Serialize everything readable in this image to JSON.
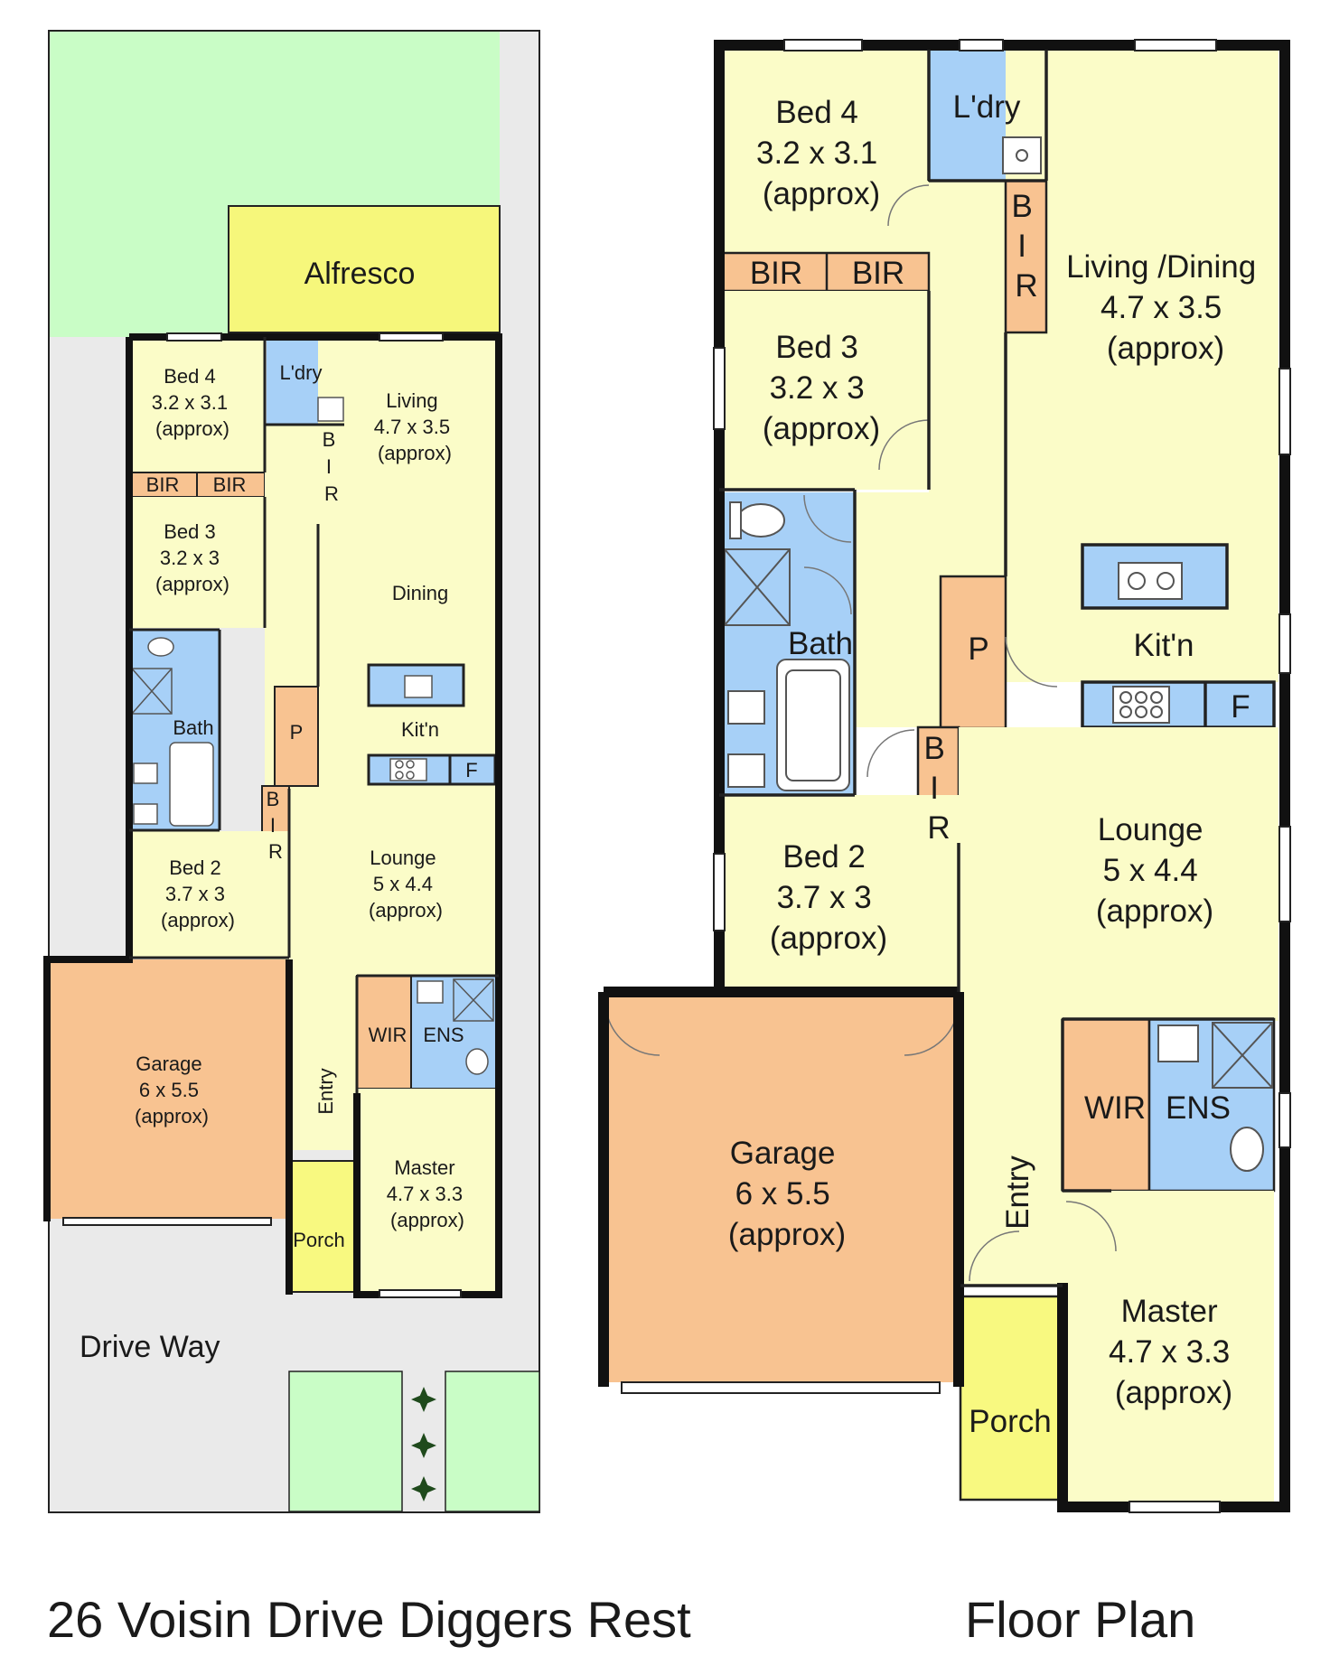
{
  "footer": {
    "address": "26 Voisin Drive Diggers Rest",
    "title": "Floor Plan"
  },
  "colors": {
    "bedroom": "#fbfcc8",
    "wet_area": "#a7d0f7",
    "garage": "#f8c391",
    "grass": "#c9fdc6",
    "alfresco": "#f6f77b",
    "porch": "#f8f980",
    "driveway": "#eaeaea",
    "wall": "#111111"
  },
  "icons": [
    "sink-icon",
    "toilet-icon",
    "shower-icon",
    "bathtub-icon",
    "cooktop-icon",
    "palm-tree-icon"
  ],
  "site_plan": {
    "alfresco": "Alfresco",
    "driveway": "Drive Way",
    "rooms": {
      "bed4": [
        "Bed 4",
        "3.2 x 3.1",
        "(approx)"
      ],
      "laundry": "L'dry",
      "living": [
        "Living",
        "4.7 x 3.5",
        "(approx)"
      ],
      "bir_left": "BIR",
      "bir_right": "BIR",
      "bir_vertical": [
        "B",
        "I",
        "R"
      ],
      "bed3": [
        "Bed 3",
        "3.2 x 3",
        "(approx)"
      ],
      "dining": "Dining",
      "bath": "Bath",
      "pantry": "P",
      "kitchen": "Kit'n",
      "fridge": "F",
      "bir_vertical2": [
        "B",
        "I",
        "R"
      ],
      "lounge": [
        "Lounge",
        "5 x 4.4",
        "(approx)"
      ],
      "bed2": [
        "Bed 2",
        "3.7 x 3",
        "(approx)"
      ],
      "wir": "WIR",
      "ens": "ENS",
      "garage": [
        "Garage",
        "6 x 5.5",
        "(approx)"
      ],
      "entry": "Entry",
      "master": [
        "Master",
        "4.7 x 3.3",
        "(approx)"
      ],
      "porch": "Porch"
    }
  },
  "floor_plan": {
    "rooms": {
      "bed4": [
        "Bed 4",
        "3.2 x 3.1",
        "(approx)"
      ],
      "laundry": "L'dry",
      "bir_left": "BIR",
      "bir_right": "BIR",
      "bir_vertical": [
        "B",
        "I",
        "R"
      ],
      "living_dining": [
        "Living /Dining",
        "4.7 x 3.5",
        "(approx)"
      ],
      "bed3": [
        "Bed 3",
        "3.2 x 3",
        "(approx)"
      ],
      "bath": "Bath",
      "pantry": "P",
      "kitchen": "Kit'n",
      "fridge": "F",
      "bir_vertical2": [
        "B",
        "I",
        "R"
      ],
      "lounge": [
        "Lounge",
        "5 x 4.4",
        "(approx)"
      ],
      "bed2": [
        "Bed 2",
        "3.7 x 3",
        "(approx)"
      ],
      "garage": [
        "Garage",
        "6 x 5.5",
        "(approx)"
      ],
      "wir": "WIR",
      "ens": "ENS",
      "entry": "Entry",
      "master": [
        "Master",
        "4.7 x 3.3",
        "(approx)"
      ],
      "porch": "Porch"
    }
  }
}
